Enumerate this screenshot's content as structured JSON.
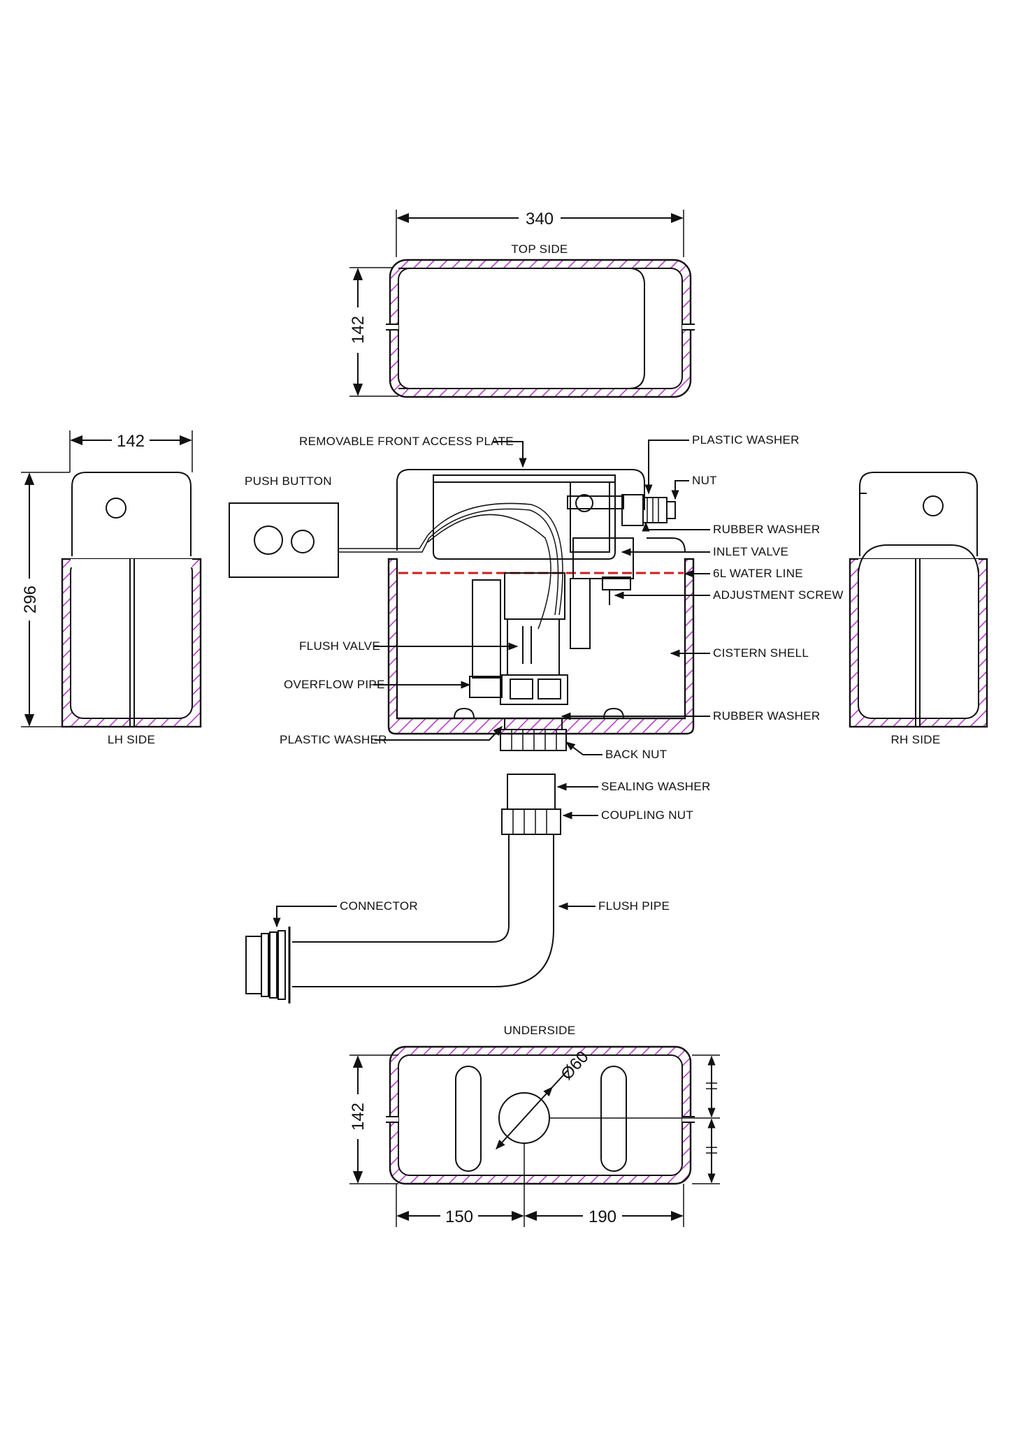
{
  "views": {
    "top": "TOP SIDE",
    "lh": "LH SIDE",
    "rh": "RH SIDE",
    "under": "UNDERSIDE"
  },
  "dimensions": {
    "top_width": "340",
    "top_depth": "142",
    "lh_depth": "142",
    "height": "296",
    "under_depth": "142",
    "outlet_diameter": "Ø60",
    "outlet_left": "150",
    "outlet_right": "190"
  },
  "labels": {
    "removable_plate": "REMOVABLE FRONT ACCESS PLATE",
    "push_button": "PUSH BUTTON",
    "plastic_washer_top": "PLASTIC WASHER",
    "nut": "NUT",
    "rubber_washer_top": "RUBBER WASHER",
    "inlet_valve": "INLET VALVE",
    "water_line": "6L WATER LINE",
    "adjustment_screw": "ADJUSTMENT SCREW",
    "cistern_shell": "CISTERN SHELL",
    "flush_valve": "FLUSH VALVE",
    "overflow_pipe": "OVERFLOW PIPE",
    "rubber_washer_bottom": "RUBBER WASHER",
    "plastic_washer_bottom": "PLASTIC WASHER",
    "back_nut": "BACK NUT",
    "sealing_washer": "SEALING WASHER",
    "coupling_nut": "COUPLING NUT",
    "connector": "CONNECTOR",
    "flush_pipe": "FLUSH PIPE"
  },
  "colors": {
    "hatch": "#b53bc9",
    "water_line": "#cc1f1f",
    "line": "#111111"
  }
}
